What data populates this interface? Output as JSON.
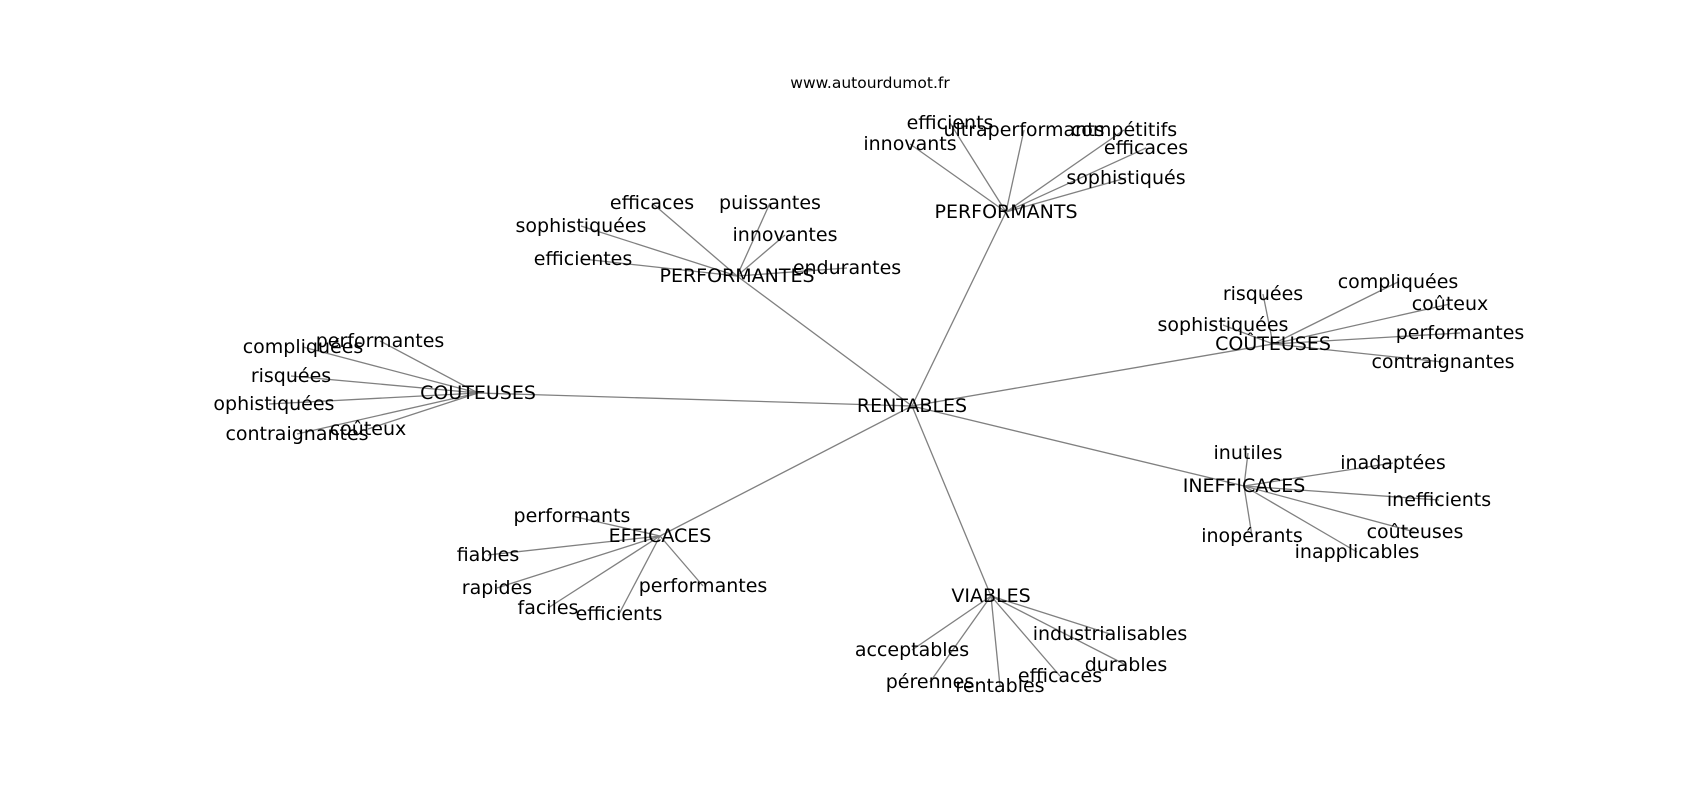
{
  "site": "www.autourdumot.fr",
  "graph": {
    "center": "RENTABLES",
    "clusters": [
      {
        "label": "PERFORMANTS",
        "leaves": [
          "efficients",
          "ultraperformants",
          "compétitifs",
          "innovants",
          "efficaces",
          "sophistiqués"
        ]
      },
      {
        "label": "PERFORMANTES",
        "leaves": [
          "efficaces",
          "puissantes",
          "sophistiquées",
          "innovantes",
          "efficientes",
          "endurantes"
        ]
      },
      {
        "label": "COÛTEUSES",
        "leaves": [
          "risquées",
          "compliquées",
          "coûteux",
          "sophistiquées",
          "performantes",
          "contraignantes"
        ]
      },
      {
        "label": "COUTEUSES",
        "leaves": [
          "performantes",
          "compliquées",
          "risquées",
          "sophistiquées",
          "coûteux",
          "contraignantes"
        ]
      },
      {
        "label": "INEFFICACES",
        "leaves": [
          "inutiles",
          "inadaptées",
          "inefficients",
          "coûteuses",
          "inopérants",
          "inapplicables"
        ]
      },
      {
        "label": "EFFICACES",
        "leaves": [
          "performants",
          "fiables",
          "rapides",
          "faciles",
          "efficients",
          "performantes"
        ]
      },
      {
        "label": "VIABLES",
        "leaves": [
          "industrialisables",
          "durables",
          "efficaces",
          "acceptables",
          "pérennes",
          "rentables"
        ]
      }
    ]
  }
}
